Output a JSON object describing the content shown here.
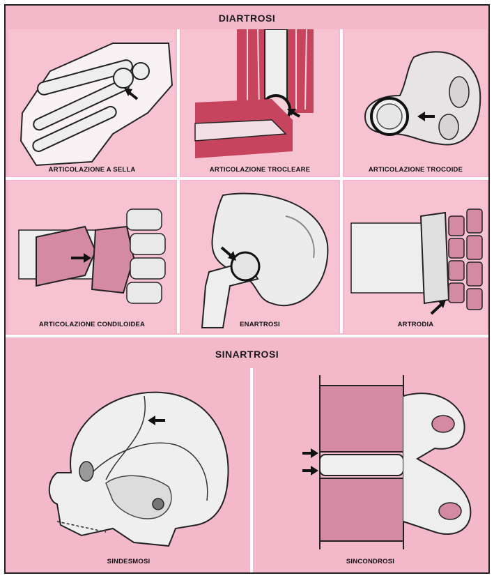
{
  "diartrosi": {
    "title": "DIARTROSI",
    "panels": [
      {
        "label": "ARTICOLAZIONE A SELLA"
      },
      {
        "label": "ARTICOLAZIONE TROCLEARE"
      },
      {
        "label": "ARTICOLAZIONE TROCOIDE"
      },
      {
        "label": "ARTICOLAZIONE CONDILOIDEA"
      },
      {
        "label": "ENARTROSI"
      },
      {
        "label": "ARTRODIA"
      }
    ]
  },
  "sinartrosi": {
    "title": "SINARTROSI",
    "panels": [
      {
        "label": "SINDESMOSI"
      },
      {
        "label": "SINCONDROSI"
      }
    ]
  },
  "colors": {
    "background": "#f4b8cb",
    "bone": "#ececec",
    "muscle": "#c7445f",
    "marrow": "#d48aa2",
    "outline": "#222222"
  }
}
